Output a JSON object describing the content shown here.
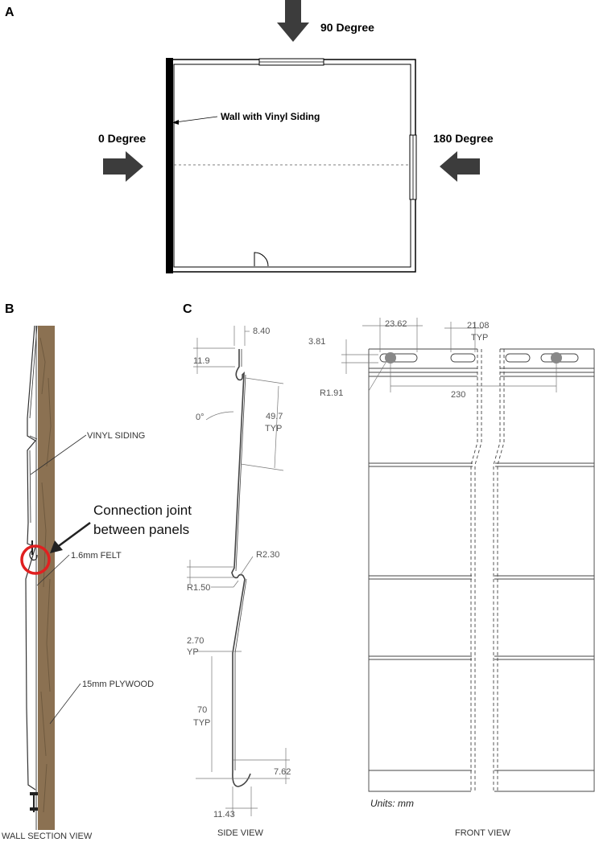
{
  "panels": {
    "a": "A",
    "b": "B",
    "c": "C"
  },
  "plan": {
    "top_arrow_label": "90 Degree",
    "left_arrow_label": "0 Degree",
    "right_arrow_label": "180 Degree",
    "wall_label": "Wall with Vinyl Siding"
  },
  "wall_section": {
    "vinyl_label": "VINYL SIDING",
    "felt_label": "1.6mm FELT",
    "plywood_label": "15mm PLYWOOD",
    "joint_label_line1": "Connection joint",
    "joint_label_line2": "between panels",
    "caption": "WALL SECTION VIEW",
    "highlight_color": "#e02020",
    "plywood_color": "#8b7152"
  },
  "side_view": {
    "dim_8_40": "8.40",
    "dim_11_9": "11.9",
    "dim_angle": "0°",
    "dim_49_7": "49.7",
    "dim_49_7_typ": "TYP",
    "dim_r2_30": "R2.30",
    "dim_r1_50": "R1.50",
    "dim_2_70": "2.70",
    "dim_2_70_typ": "YP",
    "dim_70": "70",
    "dim_70_typ": "TYP",
    "dim_7_62": "7.62",
    "dim_11_43": "11.43",
    "caption": "SIDE VIEW"
  },
  "front_view": {
    "dim_23_62": "23.62",
    "dim_21_08": "21.08",
    "dim_21_08_typ": "TYP",
    "dim_3_81": "3.81",
    "dim_r1_91": "R1.91",
    "dim_230": "230",
    "units": "Units: mm",
    "caption": "FRONT VIEW"
  }
}
